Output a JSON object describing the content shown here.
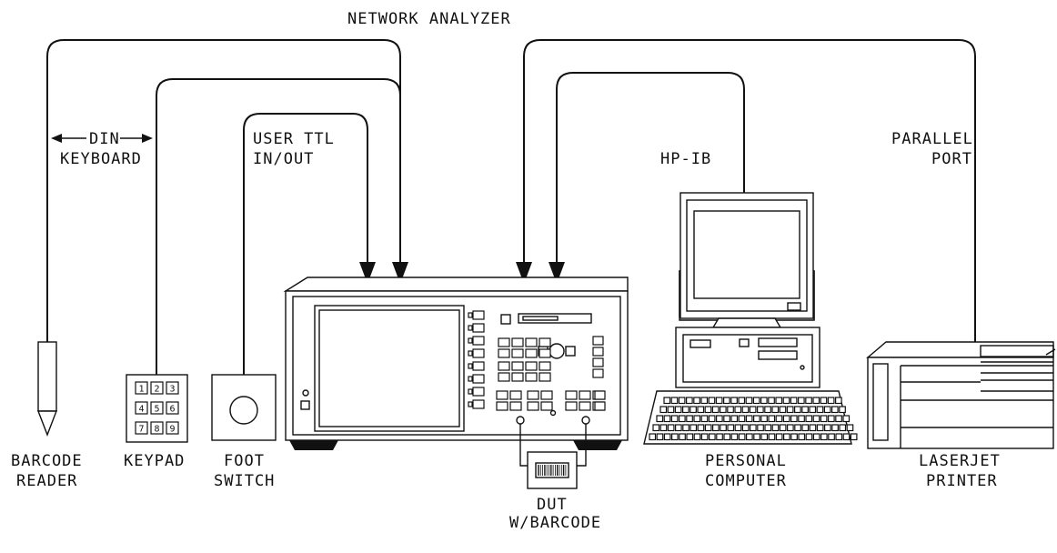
{
  "title": "NETWORK ANALYZER",
  "connection_labels": {
    "din_left": "DIN",
    "din_right": "KEYBOARD",
    "user_ttl_line1": "USER TTL",
    "user_ttl_line2": "IN/OUT",
    "hpib": "HP-IB",
    "parallel_line1": "PARALLEL",
    "parallel_line2": "PORT"
  },
  "devices": {
    "barcode_reader": [
      "BARCODE",
      "READER"
    ],
    "keypad": [
      "KEYPAD"
    ],
    "foot_switch": [
      "FOOT",
      "SWITCH"
    ],
    "dut": [
      "DUT",
      "W/BARCODE"
    ],
    "personal_computer": [
      "PERSONAL",
      "COMPUTER"
    ],
    "laserjet_printer": [
      "LASERJET",
      "PRINTER"
    ]
  },
  "keypad_keys": [
    "1",
    "2",
    "3",
    "4",
    "5",
    "6",
    "7",
    "8",
    "9"
  ]
}
